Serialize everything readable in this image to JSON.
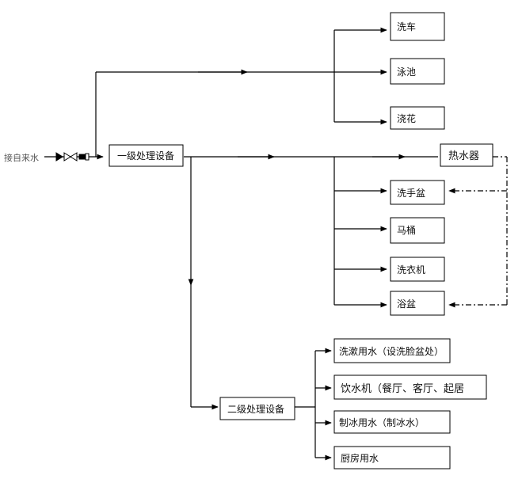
{
  "nodes": {
    "source": "接自来水",
    "primary": "一级处理设备",
    "car_wash": "洗车",
    "pool": "泳池",
    "watering": "浇花",
    "heater": "热水器",
    "washbasin": "洗手盆",
    "toilet": "马桶",
    "washer": "洗衣机",
    "bathtub": "浴盆",
    "secondary": "二级处理设备",
    "gargle": "洗漱用水（设洗脸盆处）",
    "drinking": "饮水机（餐厅、客厅、起居",
    "ice": "制冰用水（制冰水）",
    "kitchen": "厨房用水"
  },
  "colors": {
    "line": "#000000",
    "box_border": "#000000",
    "source_text": "#555555"
  }
}
